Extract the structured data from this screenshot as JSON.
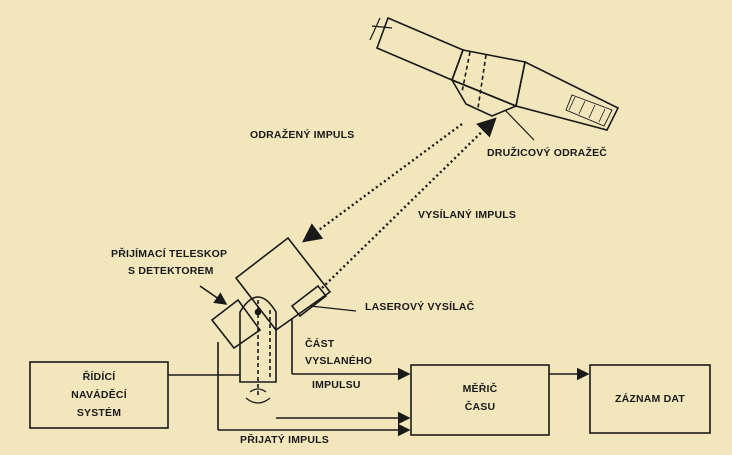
{
  "labels": {
    "reflected_pulse": "ODRAŽENÝ IMPULS",
    "satellite_reflector": "DRUŽICOVÝ ODRAŽEČ",
    "sent_pulse": "VYSÍLANÝ IMPULS",
    "telescope_line1": "PŘIJÍMACÍ TELESKOP",
    "telescope_line2": "S DETEKTOREM",
    "laser_transmitter": "LASEROVÝ VYSÍLAČ",
    "part_line1": "ČÁST",
    "part_line2": "VYSLANÉHO",
    "part_line3": "IMPULSU",
    "received_pulse": "PŘIJATÝ IMPULS"
  },
  "boxes": {
    "guidance_line1": "ŘÍDÍCÍ",
    "guidance_line2": "NAVÁDĚCÍ",
    "guidance_line3": "SYSTÉM",
    "timer_line1": "MĚŘIČ",
    "timer_line2": "ČASU",
    "record": "ZÁZNAM DAT"
  },
  "colors": {
    "background": "#f2e6bd",
    "ink": "#1a1a1a"
  }
}
